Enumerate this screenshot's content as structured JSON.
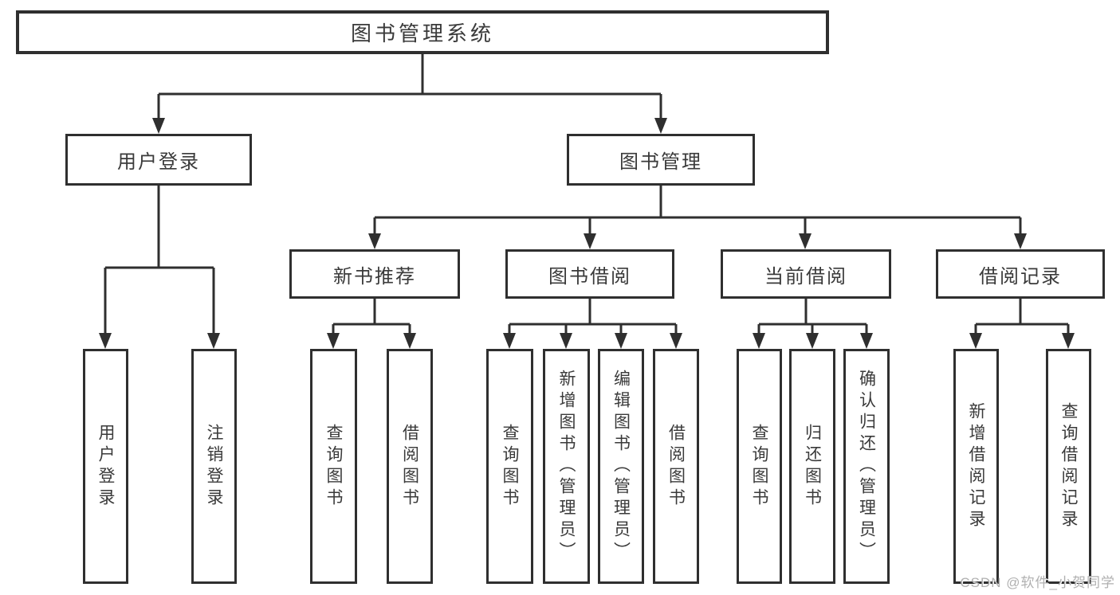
{
  "diagram": {
    "root": {
      "label": "图书管理系统"
    },
    "level2": [
      {
        "label": "用户登录"
      },
      {
        "label": "图书管理"
      }
    ],
    "level3": [
      {
        "label": "新书推荐"
      },
      {
        "label": "图书借阅"
      },
      {
        "label": "当前借阅"
      },
      {
        "label": "借阅记录"
      }
    ],
    "leaves": [
      {
        "label": "用户登录"
      },
      {
        "label": "注销登录"
      },
      {
        "label": "查询图书"
      },
      {
        "label": "借阅图书"
      },
      {
        "label": "查询图书"
      },
      {
        "label": "新增图书（管理员）"
      },
      {
        "label": "编辑图书（管理员）"
      },
      {
        "label": "借阅图书"
      },
      {
        "label": "查询图书"
      },
      {
        "label": "归还图书"
      },
      {
        "label": "确认归还（管理员）"
      },
      {
        "label": "新增借阅记录"
      },
      {
        "label": "查询借阅记录"
      }
    ],
    "watermark": "CSDN @软件_小贺同学",
    "colors": {
      "line": "#2f2f2f",
      "text": "#3a3a3a",
      "background": "#ffffff",
      "watermark": "#b0b0b0"
    }
  }
}
